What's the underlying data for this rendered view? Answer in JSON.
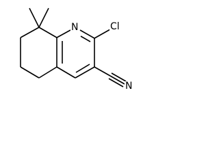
{
  "molecule": {
    "atoms": {
      "ring_nitrogen": "N",
      "chlorine": "Cl",
      "nitrile_nitrogen": "N"
    }
  },
  "colors": {
    "bond": "#000000",
    "background": "#ffffff"
  }
}
